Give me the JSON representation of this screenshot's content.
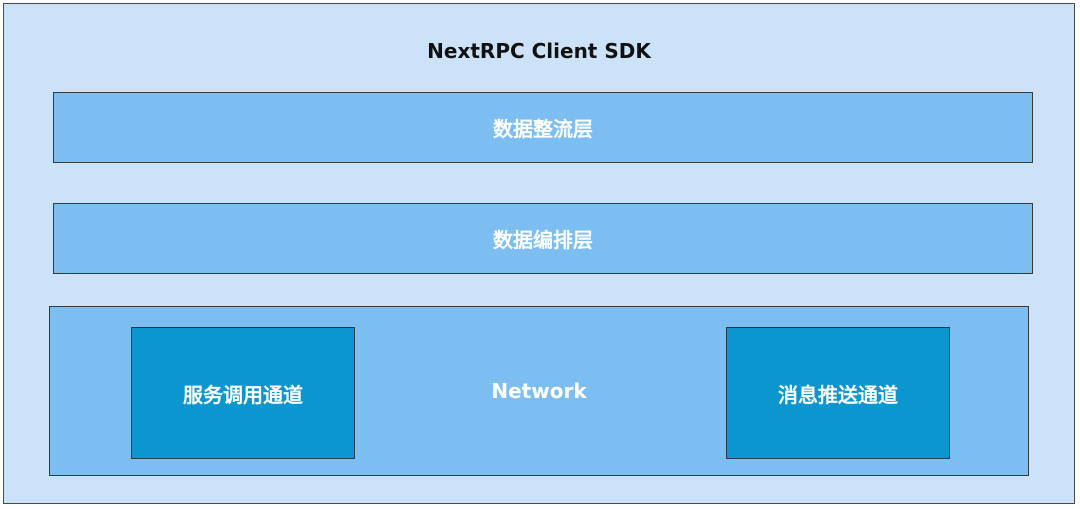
{
  "diagram": {
    "title": "NextRPC Client SDK",
    "layers": [
      {
        "label": "数据整流层"
      },
      {
        "label": "数据编排层"
      }
    ],
    "network": {
      "label": "Network",
      "channels": [
        {
          "label": "服务调用通道"
        },
        {
          "label": "消息推送通道"
        }
      ]
    }
  },
  "colors": {
    "outer_background": "#cce2f9",
    "layer_fill": "#7dbef2",
    "channel_fill": "#0b96cf",
    "border": "#3a3a3a"
  }
}
